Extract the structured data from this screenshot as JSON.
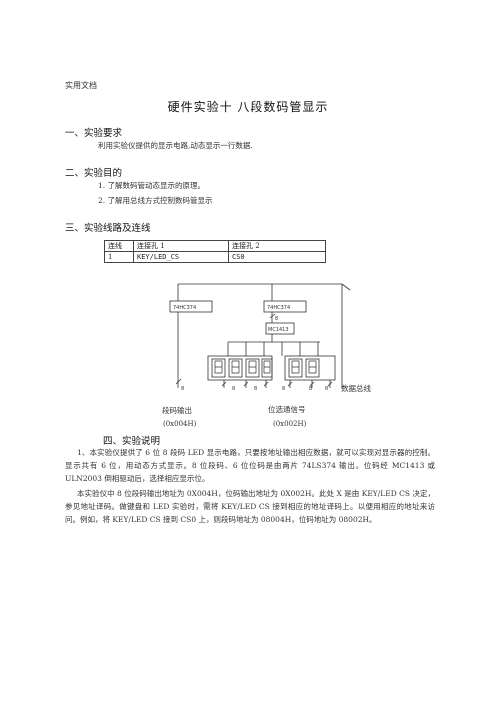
{
  "doc_label": "实用文档",
  "title": "硬件实验十  八段数码管显示",
  "sections": {
    "s1": {
      "heading": "一、实验要求",
      "text": "利用实验仪提供的显示电路,动态显示一行数据."
    },
    "s2": {
      "heading": "二、实验目的",
      "items": [
        "1.  了解数码管动态显示的原理。",
        "2.  了解用总线方式控制数码管显示"
      ]
    },
    "s3": {
      "heading": "三、实验线路及连线"
    },
    "s4": {
      "heading": "四、实验说明"
    }
  },
  "connection_table": {
    "headers": [
      "连线",
      "连接孔 1",
      "连接孔 2"
    ],
    "row": [
      "1",
      "KEY/LED_CS",
      "CS0"
    ]
  },
  "diagram": {
    "chip_left": "74HC374",
    "chip_right": "74HC374",
    "driver": "MC1413",
    "bus_label": "数据总线",
    "segment_output": "段码输出",
    "segment_addr": "(0x004H)",
    "digit_select": "位选通信号",
    "digit_addr": "(0x002H)",
    "bus_widths": [
      "8",
      "8",
      "8",
      "8",
      "8",
      "8"
    ],
    "digit_count": 6
  },
  "paragraphs": [
    "1、本实验仪提供了 6 位 8 段码 LED 显示电路，只要按地址输出相应数据，就可以实现对显示器的控制。显示共有 6 位，用动态方式显示。8 位段码、6 位位码是由两片 74LS374 输出。位码经 MC1413 或 ULN2003 倒相驱动后，选择相应显示位。",
    "本实验仪中 8 位段码输出地址为 0X004H，位码输出地址为 0X002H。此处 X 是由 KEY/LED CS 决定，参见地址译码。做键盘和 LED 实验时，需将 KEY/LED CS 接到相应的地址译码上。以便用相应的地址来访问。例如，将 KEY/LED CS 接到 CS0 上，则段码地址为 08004H，位码地址为 08002H。"
  ]
}
